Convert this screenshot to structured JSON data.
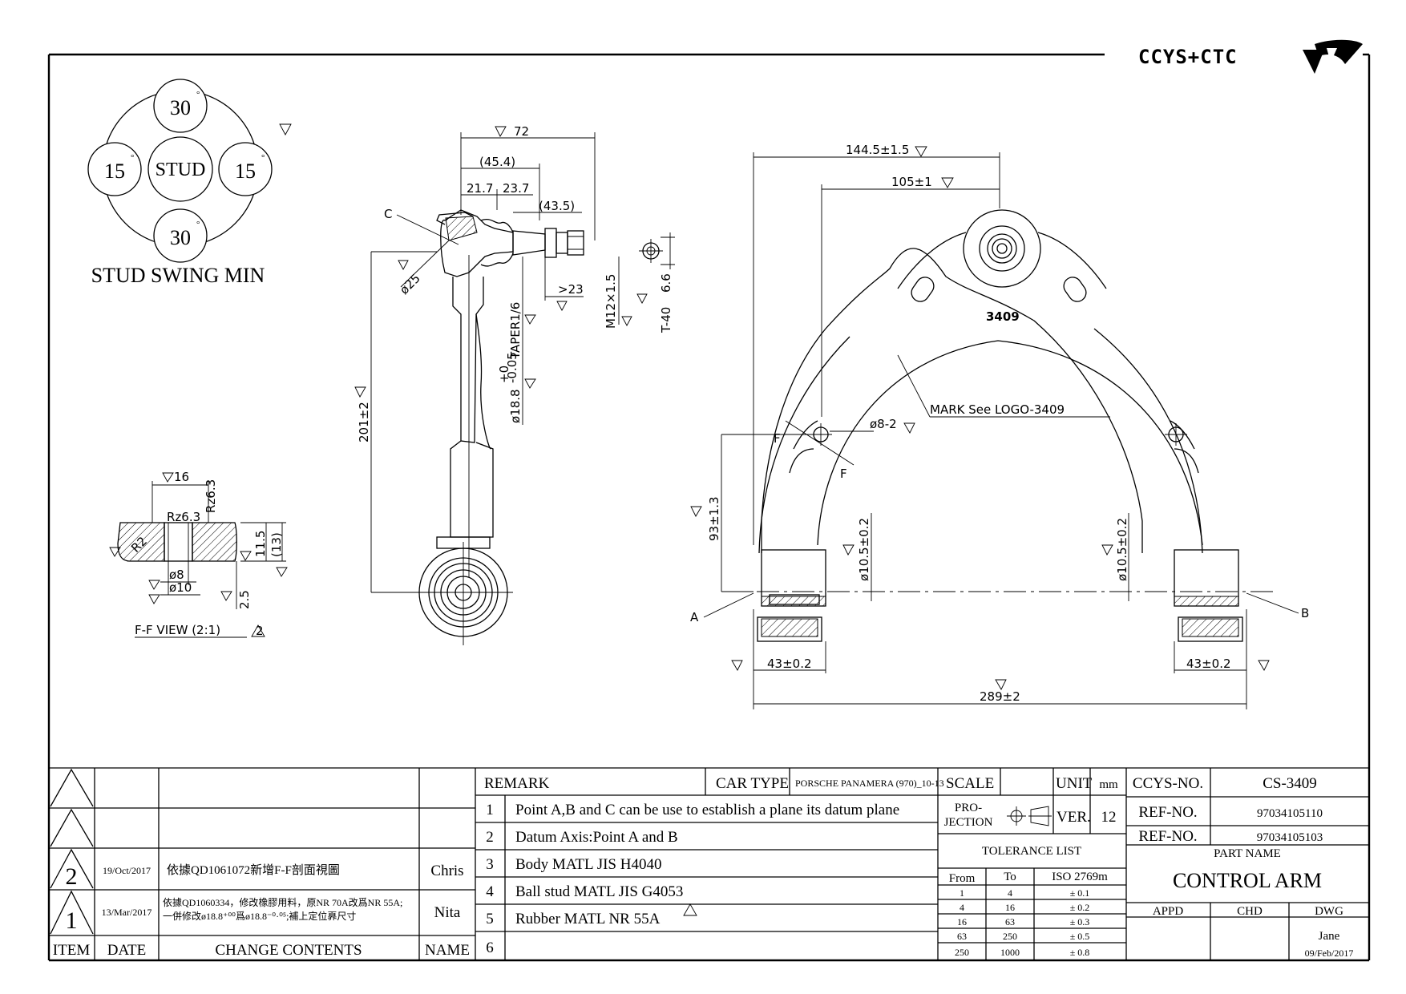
{
  "brand": {
    "logo_text": "CCYS+CTC"
  },
  "stud_swing": {
    "top": "30",
    "bottom": "30",
    "left": "15",
    "right": "15",
    "center": "STUD",
    "caption": "STUD SWING MIN",
    "deg": "°"
  },
  "side_view": {
    "label_c": "C",
    "dim_72": "72",
    "dim_45_4": "(45.4)",
    "dim_21_7": "21.7",
    "dim_23_7": "23.7",
    "dim_43_5": "(43.5)",
    "dim_25": "ø25",
    "dim_23": ">23",
    "dim_m12": "M12×1.5",
    "dim_t40": "T-40",
    "dim_6_6": "6.6",
    "dim_taper": "TAPER1/6",
    "dim_18_8": "ø18.8",
    "dim_18_8_tol_up": "+0",
    "dim_18_8_tol_dn": "-0.05",
    "dim_201": "201±2"
  },
  "ff_view": {
    "dim_16": "16",
    "dim_rz1": "Rz6.3",
    "dim_rz2": "Rz6.3",
    "dim_r2": "R2",
    "dim_8": "ø8",
    "dim_10": "ø10",
    "dim_11_5": "11.5",
    "dim_13": "(13)",
    "dim_2_5": "2.5",
    "caption": "F-F VIEW (2:1)",
    "rev": "2"
  },
  "front_view": {
    "dim_144_5": "144.5±1.5",
    "dim_105": "105±1",
    "part_mark": "3409",
    "mark_note": "MARK See LOGO-3409",
    "dim_8_2": "ø8-2",
    "dim_93": "93±1.3",
    "dim_10_5_l": "ø10.5±0.2",
    "dim_10_5_r": "ø10.5±0.2",
    "label_a": "A",
    "label_b": "B",
    "label_f1": "F",
    "label_f2": "F",
    "dim_43_l": "43±0.2",
    "dim_43_r": "43±0.2",
    "dim_289": "289±2"
  },
  "revisions": {
    "rows": [
      {
        "item": "",
        "date": "",
        "change": "",
        "name": ""
      },
      {
        "item": "",
        "date": "",
        "change": "",
        "name": ""
      },
      {
        "item": "2",
        "date": "19/Oct/2017",
        "change": "依據QD1061072新增F-F剖面視圖",
        "change2": "",
        "name": "Chris"
      },
      {
        "item": "1",
        "date": "13/Mar/2017",
        "change": "依據QD1060334，修改橡膠用料，原NR 70A改爲NR 55A;",
        "change2": "一併修改ø18.8⁺⁰⁰爲ø18.8⁻⁰·⁰⁵;補上定位奡尺寸",
        "name": "Nita"
      }
    ],
    "headers": {
      "item": "ITEM",
      "date": "DATE",
      "change": "CHANGE CONTENTS",
      "name": "NAME"
    }
  },
  "remark": {
    "title": "REMARK",
    "car_type_label": "CAR TYPE",
    "car_type_value": "PORSCHE PANAMERA (970)_10-13",
    "items": [
      {
        "n": "1",
        "text": "Point A,B and C can be use to establish a plane its datum plane"
      },
      {
        "n": "2",
        "text": "Datum Axis:Point A and B"
      },
      {
        "n": "3",
        "text": "Body MATL JIS H4040"
      },
      {
        "n": "4",
        "text": "Ball stud MATL JIS G4053"
      },
      {
        "n": "5",
        "text": "Rubber MATL NR 55A"
      },
      {
        "n": "6",
        "text": ""
      }
    ]
  },
  "titleblock": {
    "scale_label": "SCALE",
    "scale_value": "",
    "unit_label": "UNIT",
    "unit_value": "mm",
    "projection_label_1": "PRO-",
    "projection_label_2": "JECTION",
    "ver_label": "VER.",
    "ver_value": "12",
    "tolerance_title": "TOLERANCE LIST",
    "tol_from": "From",
    "tol_to": "To",
    "tol_iso": "ISO 2769m",
    "tol_rows": [
      {
        "from": "1",
        "to": "4",
        "tol": "± 0.1"
      },
      {
        "from": "4",
        "to": "16",
        "tol": "± 0.2"
      },
      {
        "from": "16",
        "to": "63",
        "tol": "± 0.3"
      },
      {
        "from": "63",
        "to": "250",
        "tol": "± 0.5"
      },
      {
        "from": "250",
        "to": "1000",
        "tol": "± 0.8"
      }
    ],
    "ccys_label": "CCYS-NO.",
    "ccys_value": "CS-3409",
    "ref1_label": "REF-NO.",
    "ref1_value": "97034105110",
    "ref2_label": "REF-NO.",
    "ref2_value": "97034105103",
    "part_name_label": "PART NAME",
    "part_name_value": "CONTROL ARM",
    "appd_label": "APPD",
    "chd_label": "CHD",
    "dwg_label": "DWG",
    "dwg_name": "Jane",
    "dwg_date": "09/Feb/2017"
  }
}
